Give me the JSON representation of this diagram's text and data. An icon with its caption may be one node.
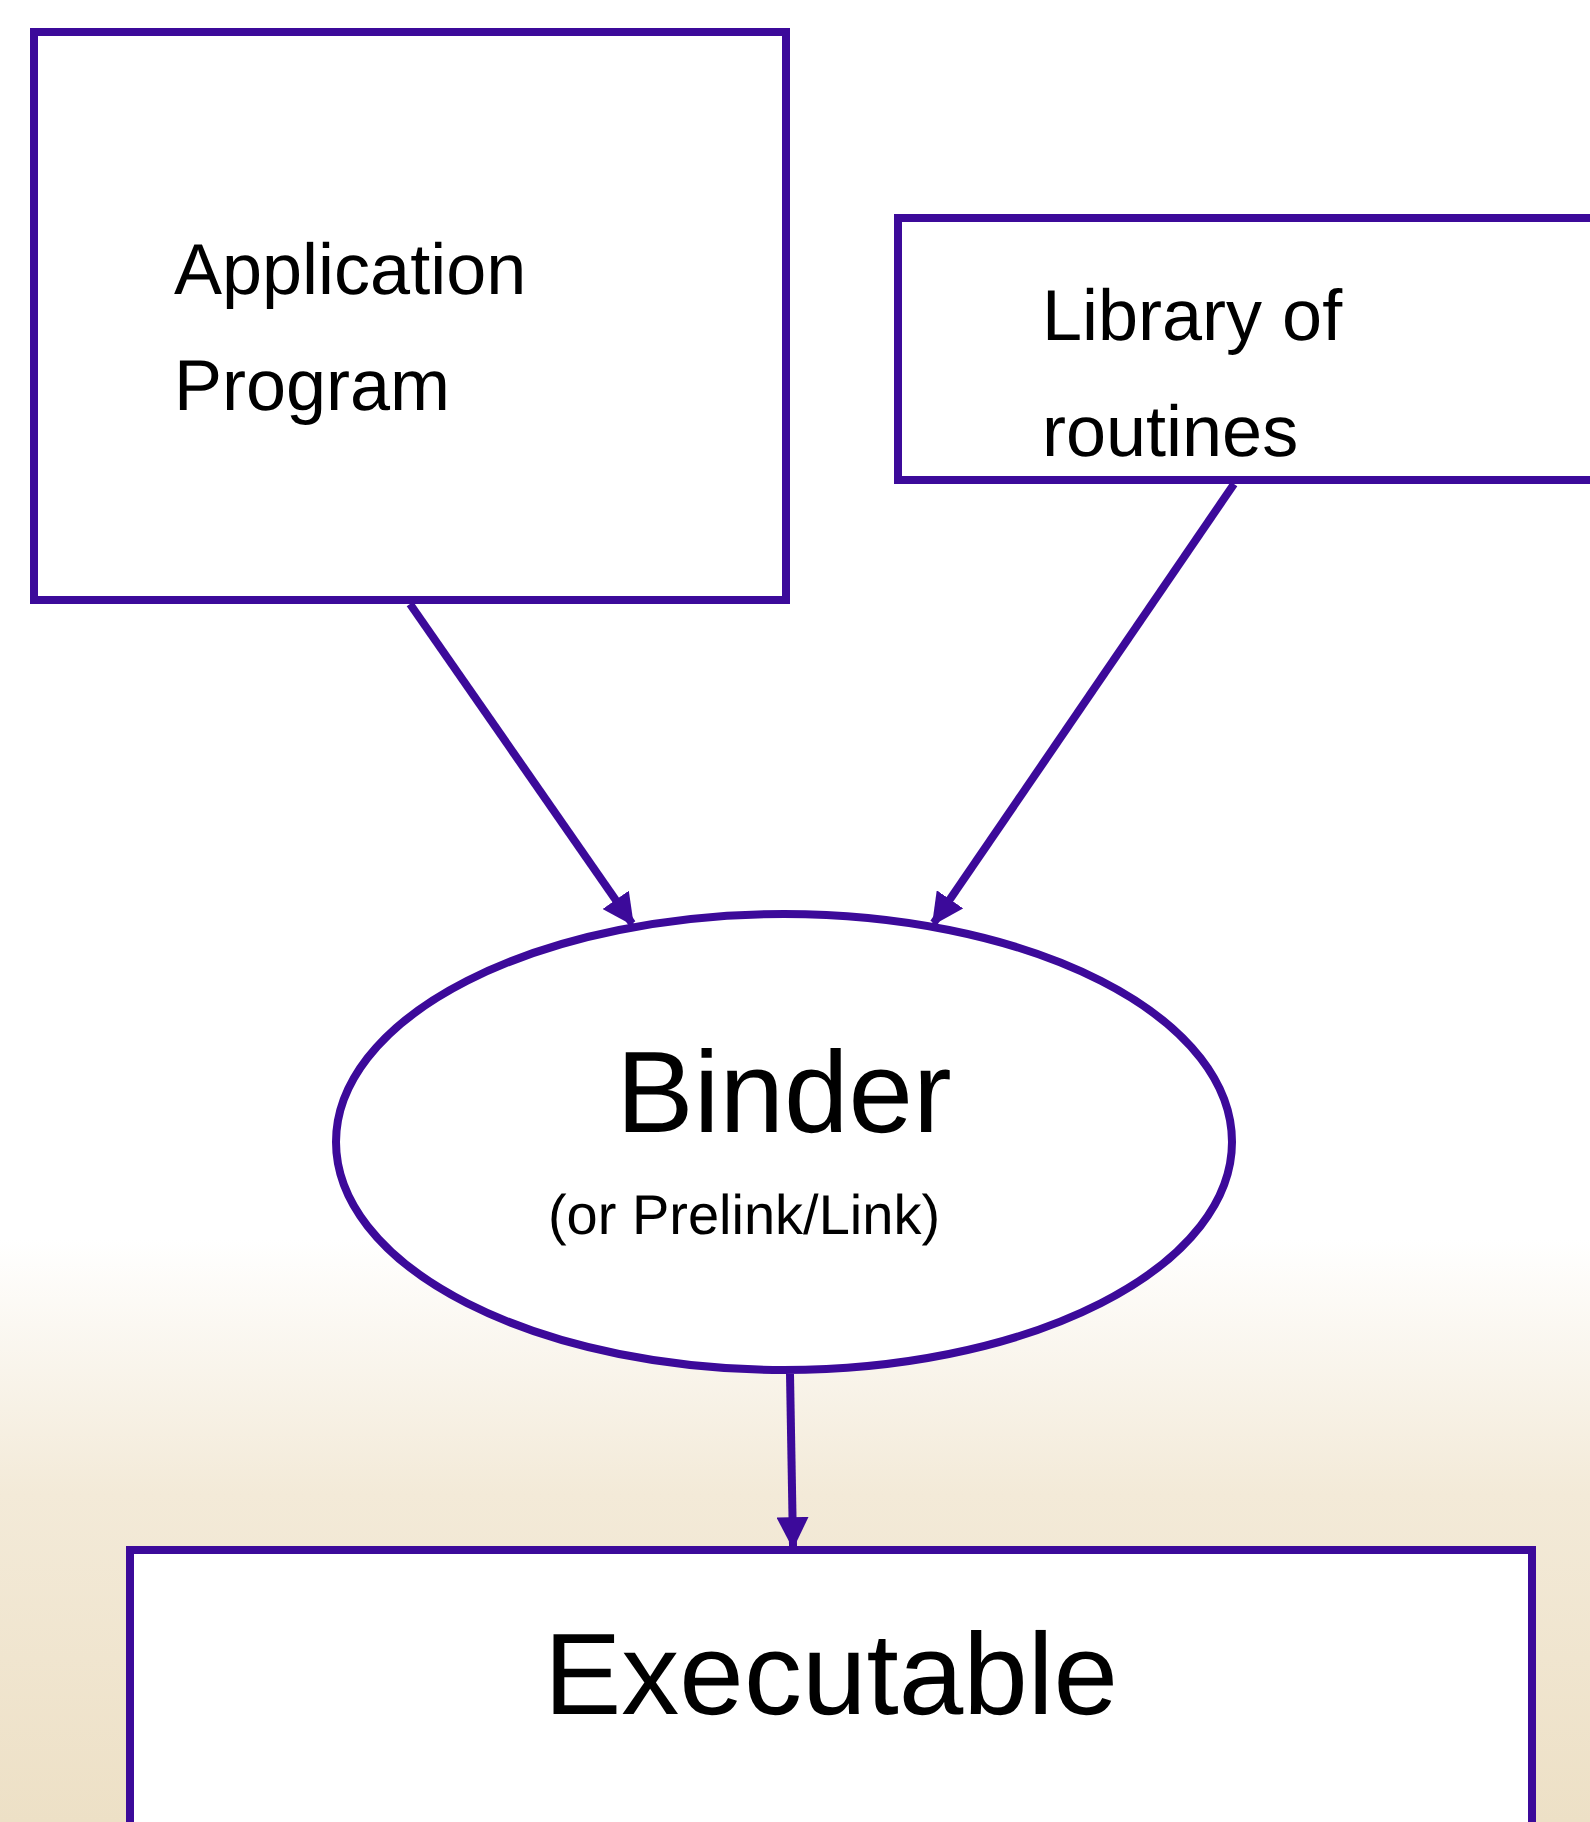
{
  "diagram": {
    "nodes": [
      {
        "text": [
          "Application Program"
        ]
      },
      {
        "text": [
          "Library of routines"
        ]
      },
      {
        "text": [
          "Binder",
          "(or Prelink/Link)"
        ]
      },
      {
        "text": [
          "Executable"
        ]
      }
    ],
    "edges": [
      {
        "from": 0,
        "to": 2,
        "arrow": "to"
      },
      {
        "from": 1,
        "to": 2,
        "arrow": "to"
      },
      {
        "from": 2,
        "to": 3,
        "arrow": "to"
      }
    ]
  }
}
